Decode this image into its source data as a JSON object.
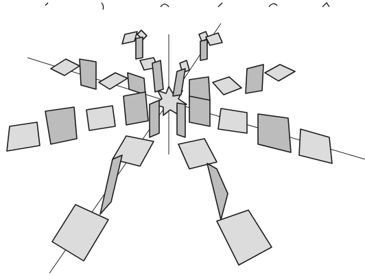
{
  "figure": {
    "kind": "3d-radial-panel-diagram",
    "panel_fill_light": "#dcdcdc",
    "panel_fill_dark": "#bcbcbc",
    "stroke_color": "#1a1a1a",
    "background": "#ffffff",
    "arms": 8,
    "panel_count": 36
  }
}
